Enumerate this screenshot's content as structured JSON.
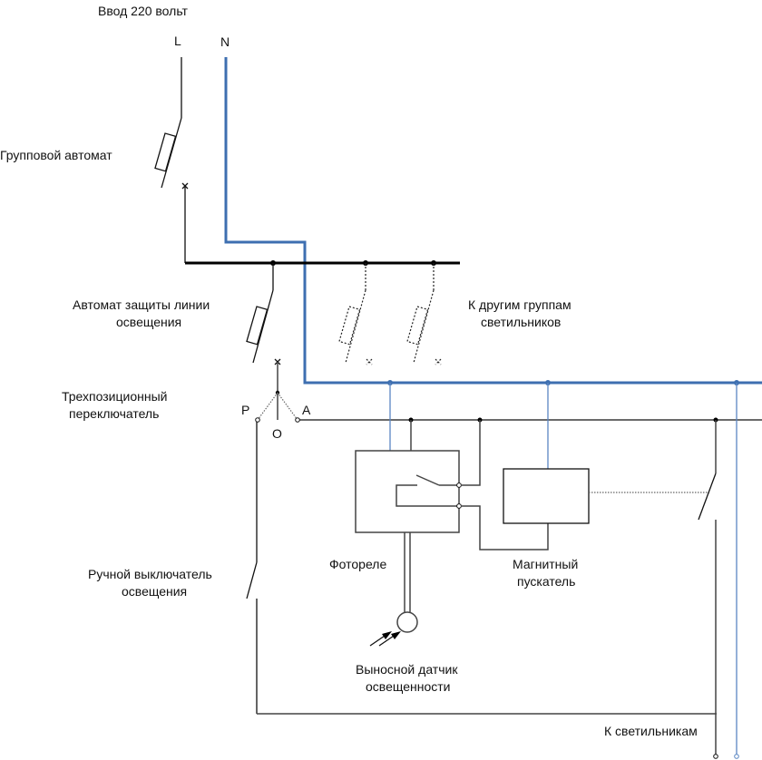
{
  "diagram": {
    "title": "Ввод 220 вольт",
    "phase_label": "L",
    "neutral_label": "N",
    "colors": {
      "neutral": "#3e6fb0",
      "phase": "#000000"
    },
    "labels": {
      "group_breaker": "Групповой автомат",
      "line_breaker_1": "Автомат защиты линии",
      "line_breaker_2": "освещения",
      "other_groups_1": "К другим группам",
      "other_groups_2": "светильников",
      "selector_1": "Трехпозиционный",
      "selector_2": "переключатель",
      "pos_r": "Р",
      "pos_o": "О",
      "pos_a": "А",
      "manual_switch_1": "Ручной выключатель",
      "manual_switch_2": "освещения",
      "photorelay": "Фотореле",
      "contactor_1": "Магнитный",
      "contactor_2": "пускатель",
      "sensor_1": "Выносной датчик",
      "sensor_2": "освещенности",
      "to_lamps": "К светильникам"
    }
  }
}
